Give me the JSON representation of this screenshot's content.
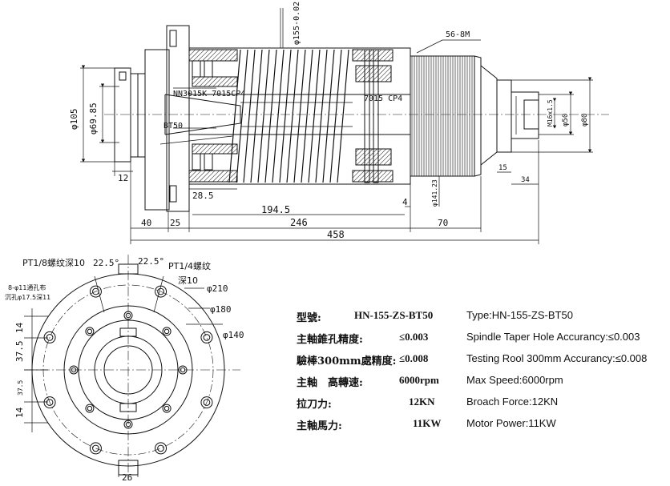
{
  "side_view": {
    "labels": {
      "top_dia": "φ155-0.02",
      "belt": "56-8M",
      "bearing_left": "NN3015K 7015CP4",
      "bearing_right": "7015 CP4",
      "taper": "BT50",
      "dia_105": "φ105",
      "dia_6985": "φ69.85",
      "dia_14123": "φ141.23",
      "dia_50": "φ50",
      "dia_80": "φ80",
      "thread": "M16x1.5"
    },
    "dims": {
      "d12": "12",
      "d285": "28.5",
      "d1945": "194.5",
      "d4": "4",
      "d40": "40",
      "d25": "25",
      "d246": "246",
      "d70": "70",
      "d458": "458",
      "d15": "15",
      "d34": "34"
    }
  },
  "front_view": {
    "labels": {
      "pt18": "PT1/8螺纹深10",
      "pt14": "PT1/4螺纹",
      "deep10": "深10",
      "holes_a": "8-φ11通孔布",
      "holes_b": "沉孔φ17.5深11",
      "ang1": "22.5°",
      "ang2": "22.5°",
      "d210": "φ210",
      "d180": "φ180",
      "d140": "φ140"
    },
    "dims": {
      "d14a": "14",
      "d375a": "37.5",
      "d375b": "37.5",
      "d14b": "14",
      "d26": "26"
    }
  },
  "specs": [
    {
      "cn": "型號:",
      "value": "HN-155-ZS-BT50",
      "en": "Type:HN-155-ZS-BT50"
    },
    {
      "cn": "主軸錐孔精度:",
      "value": "≤0.003",
      "en": "Spindle Taper Hole Accurancy:≤0.003"
    },
    {
      "cn": "驗棒300mm處精度:",
      "value": "≤0.008",
      "en": "Testing Rool 300mm Accurancy:≤0.008"
    },
    {
      "cn": "主軸　高轉速:",
      "value": "6000rpm",
      "en": "Max Speed:6000rpm"
    },
    {
      "cn": "拉刀力:",
      "value": "12KN",
      "en": "Broach Force:12KN"
    },
    {
      "cn": "主軸馬力:",
      "value": "11KW",
      "en": "Motor Power:11KW"
    }
  ]
}
